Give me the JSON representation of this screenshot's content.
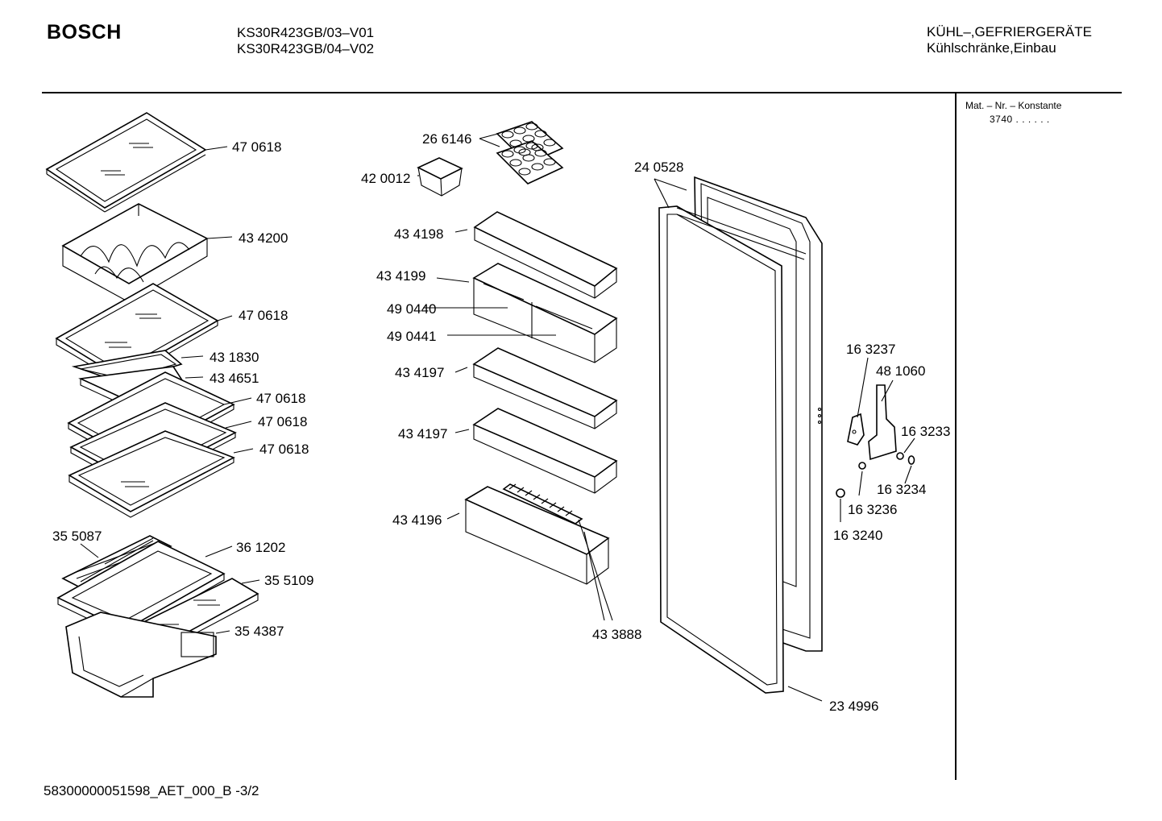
{
  "header": {
    "brand": "BOSCH",
    "model_line_1": "KS30R423GB/03–V01",
    "model_line_2": "KS30R423GB/04–V02",
    "category_line_1": "KÜHL–,GEFRIERGERÄTE",
    "category_line_2": "Kühlschränke,Einbau"
  },
  "sidebar": {
    "label": "Mat. – Nr. – Konstante",
    "value": "3740   .   .   .   .   .   ."
  },
  "footer": {
    "doc_id": "58300000051598_AET_000_B    -3/2"
  },
  "parts": {
    "p01": "47 0618",
    "p02": "43 4200",
    "p03": "47 0618",
    "p04": "43 1830",
    "p05": "43 4651",
    "p06": "47 0618",
    "p07": "47 0618",
    "p08": "47 0618",
    "p09": "35 5087",
    "p10": "36 1202",
    "p11": "35 5109",
    "p12": "35 4387",
    "p13": "26 6146",
    "p14": "42 0012",
    "p15": "43 4198",
    "p16": "43 4199",
    "p17": "49 0440",
    "p18": "49 0441",
    "p19": "43 4197",
    "p20": "43 4197",
    "p21": "43 4196",
    "p22": "43 3888",
    "p23": "24 0528",
    "p24": "23 4996",
    "p25": "16 3237",
    "p26": "48 1060",
    "p27": "16 3233",
    "p28": "16 3234",
    "p29": "16 3236",
    "p30": "16 3240"
  }
}
